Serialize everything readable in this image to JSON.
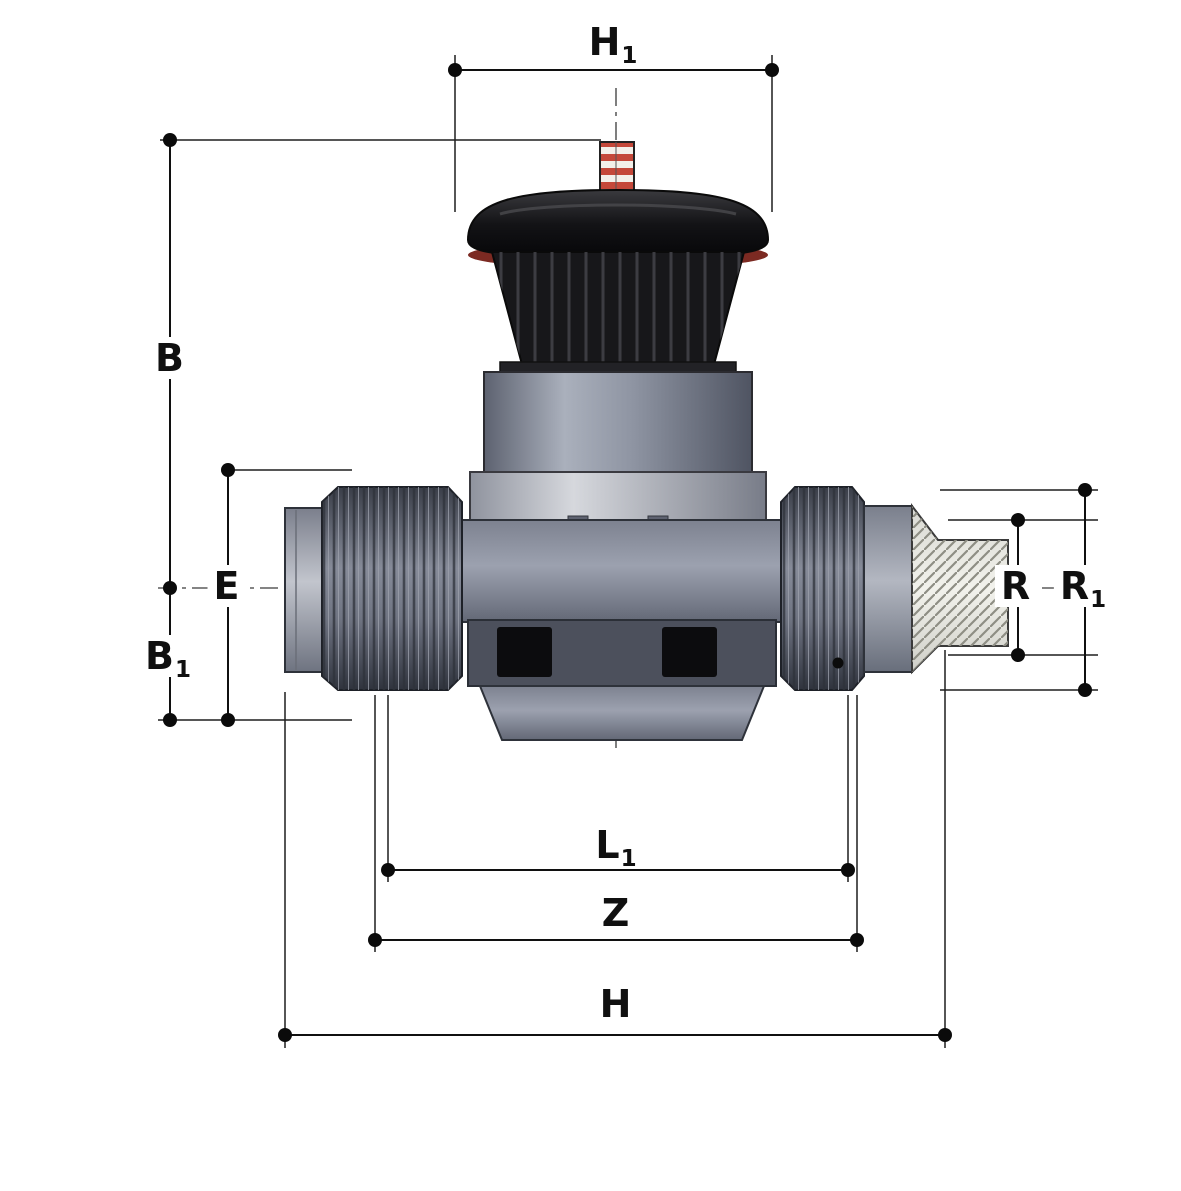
{
  "drawing": {
    "subject": "diaphragm-valve-dimension-drawing",
    "colors": {
      "line": "#1a1a1a",
      "handwheel_black": "#141416",
      "accent_red": "#7c2a22",
      "body_grey": "#9aa0ae",
      "nut_grey": "#565b68",
      "thread_light": "#edede8",
      "background": "#ffffff"
    },
    "dimension_labels": {
      "h1": {
        "text": "H",
        "subscript": "1"
      },
      "b": {
        "text": "B",
        "subscript": ""
      },
      "e": {
        "text": "E",
        "subscript": ""
      },
      "b1": {
        "text": "B",
        "subscript": "1"
      },
      "r": {
        "text": "R",
        "subscript": ""
      },
      "r1": {
        "text": "R",
        "subscript": "1"
      },
      "l1": {
        "text": "L",
        "subscript": "1"
      },
      "z": {
        "text": "Z",
        "subscript": ""
      },
      "h": {
        "text": "H",
        "subscript": ""
      }
    }
  }
}
